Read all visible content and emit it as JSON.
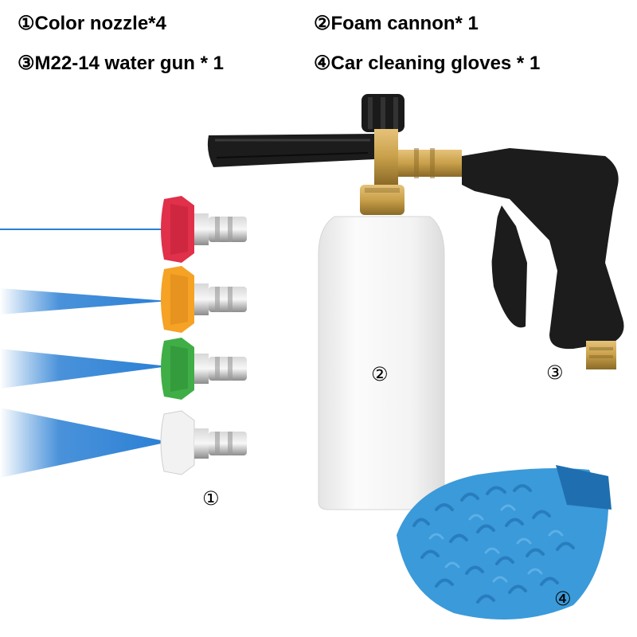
{
  "captions": {
    "item1": "①Color nozzle*4",
    "item2": "②Foam cannon* 1",
    "item3": "③M22-14 water gun * 1",
    "item4": "④Car cleaning gloves * 1"
  },
  "markers": {
    "nozzles": "①",
    "foam_cannon": "②",
    "water_gun": "③",
    "glove": "④"
  },
  "colors": {
    "nozzle_red": "#e0304a",
    "nozzle_orange": "#f5a225",
    "nozzle_green": "#3fae46",
    "nozzle_white": "#f2f2f2",
    "spray_blue": "#2a7fd4",
    "bottle": "#f4f4f4",
    "gun_body": "#1c1c1c",
    "brass": "#c9a04a",
    "glove_blue": "#3b9ad9"
  },
  "icons": [
    "color-nozzle-icon",
    "foam-cannon-icon",
    "water-gun-icon",
    "glove-icon"
  ]
}
